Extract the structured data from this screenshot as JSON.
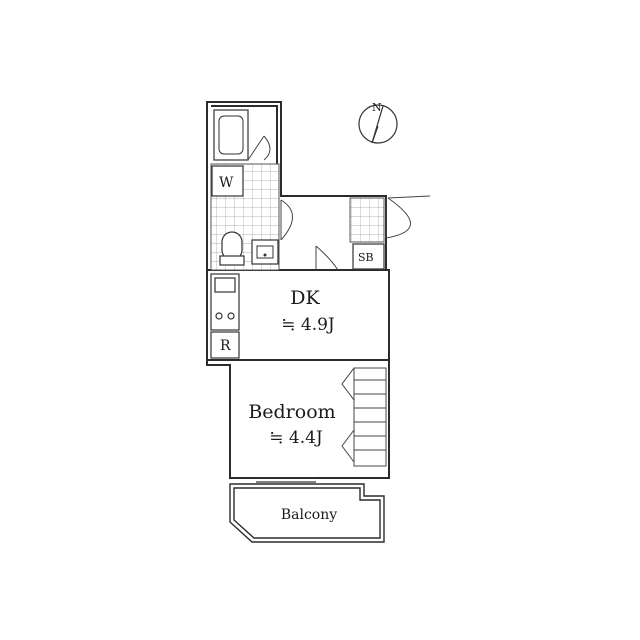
{
  "rooms": {
    "dk": {
      "name": "DK",
      "area": "≒ 4.9J"
    },
    "bedroom": {
      "name": "Bedroom",
      "area": "≒ 4.4J"
    },
    "balcony": {
      "name": "Balcony"
    }
  },
  "fixtures": {
    "washer": "W",
    "refrigerator": "R",
    "shoe_box": "SB"
  },
  "compass": {
    "north": "N"
  },
  "colors": {
    "wall": "#2b2b2b",
    "line": "#555555",
    "tile": "#9a9a9a",
    "background": "#ffffff"
  }
}
